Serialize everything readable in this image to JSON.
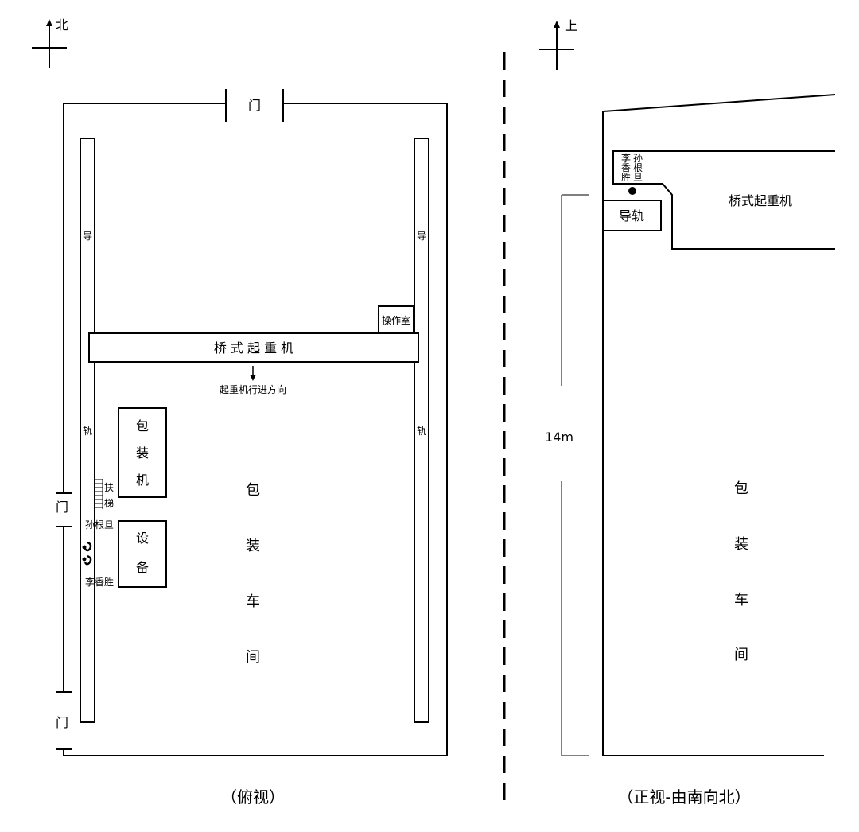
{
  "top_view": {
    "compass_label": "北",
    "door_top": "门",
    "door_left_1": "门",
    "door_left_2": "门",
    "rail_left_1": "导",
    "rail_left_2": "轨",
    "rail_right_1": "导",
    "rail_right_2": "轨",
    "operator_room": "操作室",
    "crane_label": "桥 式 起 重 机",
    "crane_direction": "起重机行进方向",
    "packer": [
      "包",
      "装",
      "机"
    ],
    "equipment": [
      "设",
      "备"
    ],
    "ladder_label": [
      "扶",
      "梯"
    ],
    "person_1": "孙根旦",
    "person_2": "李香胜",
    "workshop": [
      "包",
      "装",
      "车",
      "间"
    ],
    "caption": "（俯视）"
  },
  "front_view": {
    "compass_label": "上",
    "persons_box": {
      "col1": [
        "李",
        "香",
        "胜"
      ],
      "col2": [
        "孙",
        "根",
        "旦"
      ]
    },
    "rail_label": "导轨",
    "crane_label": "桥式起重机",
    "height_label": "14m",
    "workshop": [
      "包",
      "装",
      "车",
      "间"
    ],
    "caption": "（正视-由南向北）"
  },
  "colors": {
    "line": "#000000",
    "background": "#ffffff"
  }
}
